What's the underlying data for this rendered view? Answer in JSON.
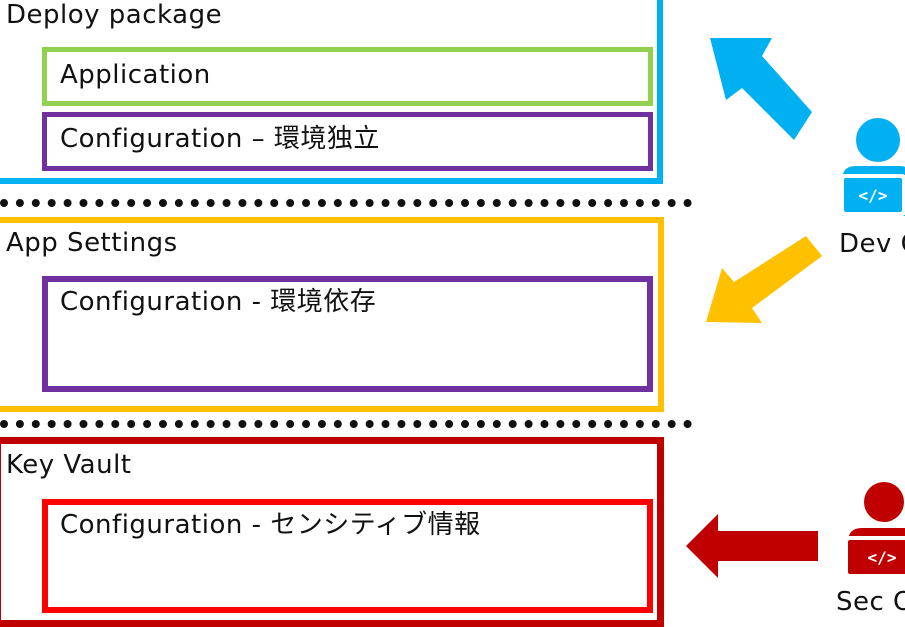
{
  "sections": {
    "deploy": {
      "title": "Deploy package",
      "items": [
        "Application",
        "Configuration – 環境独立"
      ],
      "color": "#00B0F0",
      "item_colors": [
        "#92D050",
        "#7030A0"
      ]
    },
    "app_settings": {
      "title": "App Settings",
      "items": [
        "Configuration - 環境依存"
      ],
      "color": "#FFC000",
      "item_colors": [
        "#7030A0"
      ]
    },
    "key_vault": {
      "title": "Key Vault",
      "items": [
        "Configuration - センシティブ情報"
      ],
      "color": "#C00000",
      "item_colors": [
        "#FF0000"
      ]
    }
  },
  "actors": {
    "dev": {
      "label": "Dev O",
      "icon": "developer-icon",
      "color": "#00B0F0"
    },
    "sec": {
      "label": "Sec O",
      "icon": "developer-icon",
      "color": "#C00000"
    }
  },
  "arrows": {
    "deploy": {
      "color": "#00B0F0",
      "icon": "arrow-up-left-icon"
    },
    "settings": {
      "color": "#FFC000",
      "icon": "arrow-down-left-icon"
    },
    "vault": {
      "color": "#C00000",
      "icon": "arrow-left-icon"
    }
  }
}
